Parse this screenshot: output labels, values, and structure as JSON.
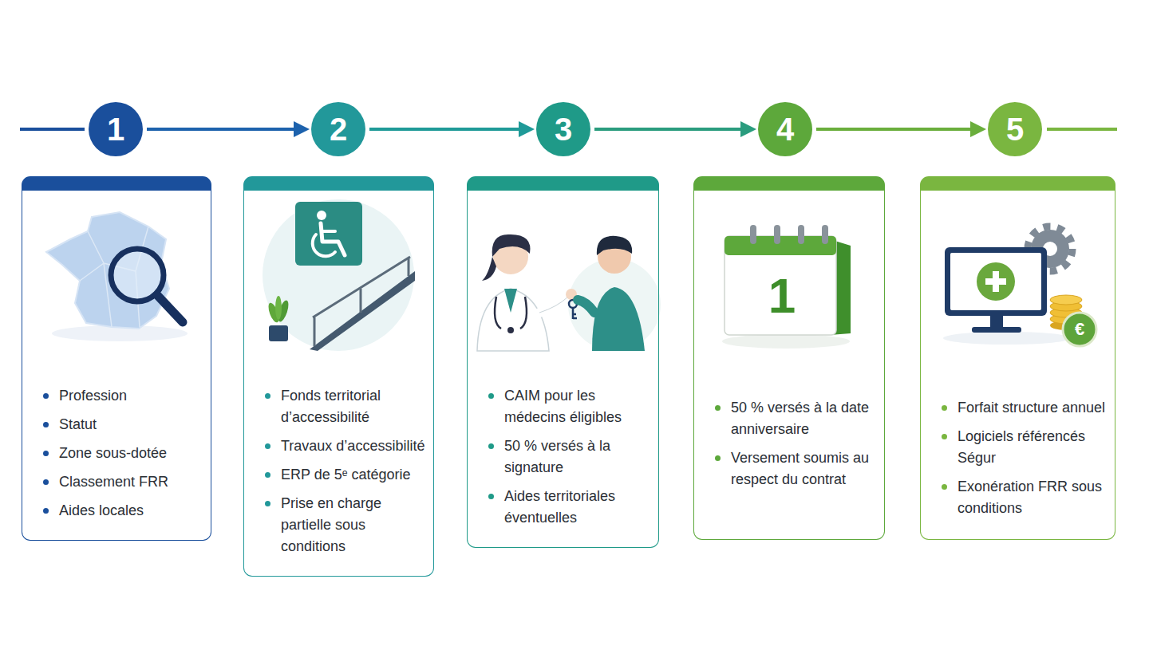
{
  "diagram": {
    "nodes": [
      {
        "text": [
          "1"
        ]
      },
      {
        "text": [
          "2"
        ]
      },
      {
        "text": [
          "3"
        ]
      },
      {
        "text": [
          "4"
        ]
      },
      {
        "text": [
          "5"
        ]
      },
      {
        "text": [
          "Profession",
          "Statut",
          "Zone sous-dotée",
          "Classement FRR",
          "Aides locales"
        ]
      },
      {
        "text": [
          "Fonds territorial d’accessibilité",
          "Travaux d’accessibilité",
          "ERP de 5ᵉ catégorie",
          "Prise en charge partielle sous conditions"
        ]
      },
      {
        "text": [
          "CAIM pour les médecins éligibles",
          "50 % versés à la signature",
          "Aides territoriales éventuelles"
        ]
      },
      {
        "text": [
          "50 % versés à la date anniversaire",
          "Versement soumis au respect du contrat"
        ]
      },
      {
        "text": [
          "Forfait structure annuel",
          "Logiciels référencés Ségur",
          "Exonération FRR sous conditions"
        ]
      }
    ],
    "edges": [
      {
        "from": 0,
        "to": 1,
        "arrow": "to"
      },
      {
        "from": 1,
        "to": 2,
        "arrow": "to"
      },
      {
        "from": 2,
        "to": 3,
        "arrow": "to"
      },
      {
        "from": 3,
        "to": 4,
        "arrow": "to"
      }
    ],
    "labels": [
      "1",
      "€"
    ]
  }
}
